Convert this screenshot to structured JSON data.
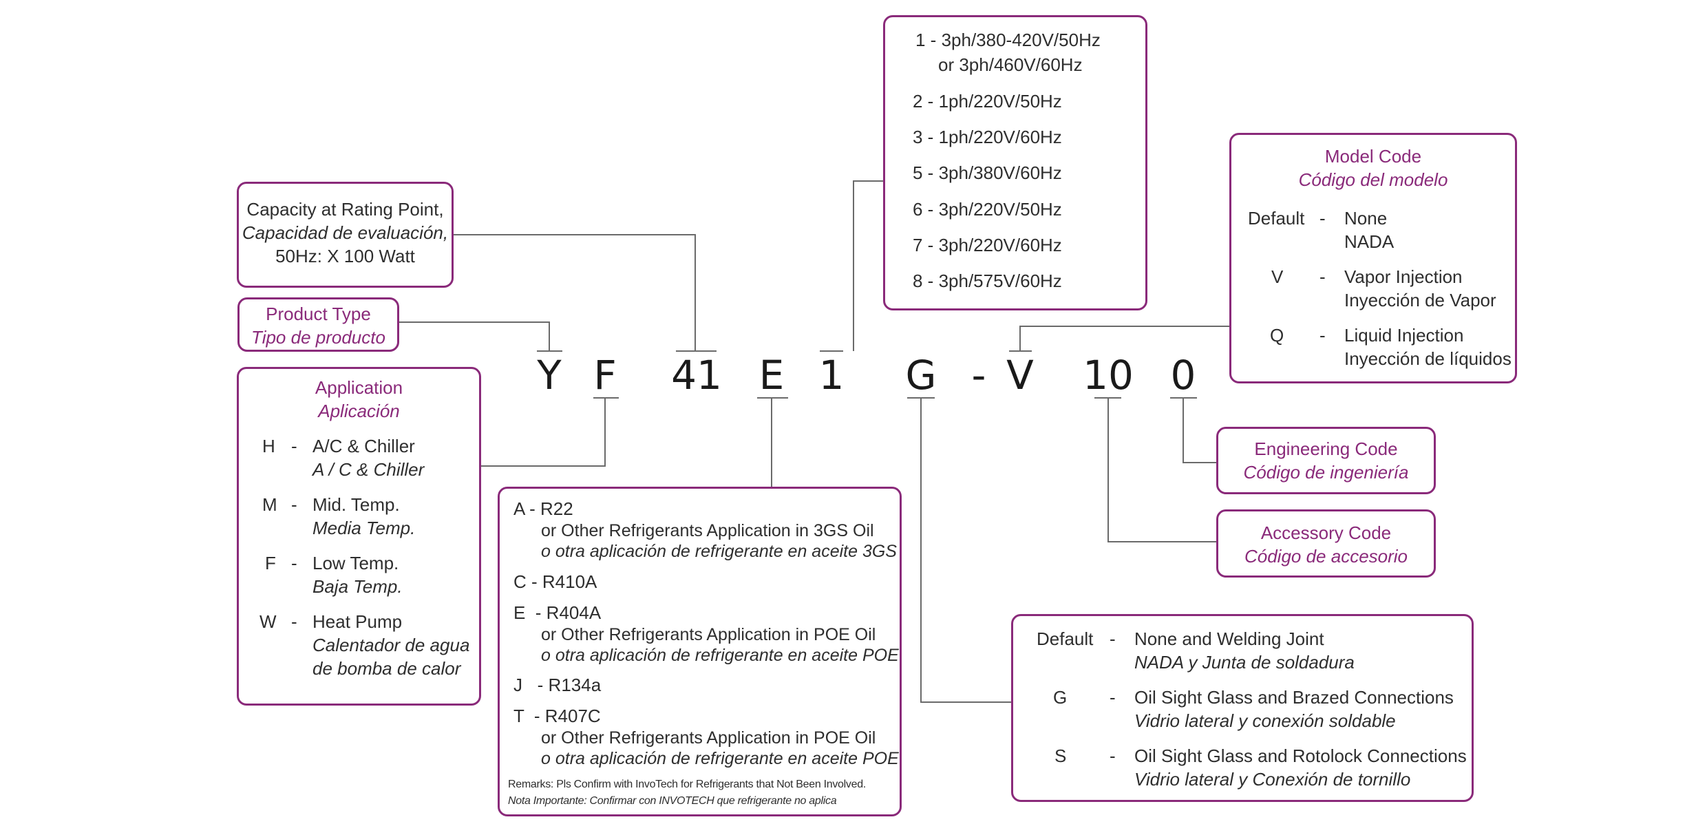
{
  "model_code": {
    "segments": [
      {
        "id": "series",
        "text": "Y"
      },
      {
        "id": "application",
        "text": "F"
      },
      {
        "id": "capacity",
        "text": "41"
      },
      {
        "id": "refrigerant",
        "text": "E"
      },
      {
        "id": "voltage",
        "text": "1"
      },
      {
        "id": "connection",
        "text": "G"
      },
      {
        "id": "separator",
        "text": "-"
      },
      {
        "id": "model",
        "text": "V"
      },
      {
        "id": "accessory",
        "text": "10"
      },
      {
        "id": "engineering",
        "text": "0"
      }
    ]
  },
  "capacity_box": {
    "line1": "Capacity at Rating Point,",
    "line2": "Capacidad de evaluación,",
    "line3": "50Hz: X 100 Watt"
  },
  "product_type_box": {
    "title_en": "Product Type",
    "title_es": "Tipo de producto"
  },
  "application_box": {
    "title_en": "Application",
    "title_es": "Aplicación",
    "items": [
      {
        "code": "H",
        "sep": "-",
        "en": "A/C & Chiller",
        "es": "A / C & Chiller",
        "es2": ""
      },
      {
        "code": "M",
        "sep": "-",
        "en": "Mid. Temp.",
        "es": "Media Temp.",
        "es2": ""
      },
      {
        "code": "F",
        "sep": "-",
        "en": "Low Temp.",
        "es": "Baja Temp.",
        "es2": ""
      },
      {
        "code": "W",
        "sep": "-",
        "en": "Heat Pump",
        "es": "Calentador de agua",
        "es2": "de bomba de calor"
      }
    ]
  },
  "refrigerant_box": {
    "items": [
      {
        "head": "A - R22",
        "en": "or Other Refrigerants Application in 3GS Oil",
        "es": "o otra aplicación de refrigerante en aceite 3GS"
      },
      {
        "head": "C - R410A",
        "en": "",
        "es": ""
      },
      {
        "head": "E  - R404A",
        "en": "or Other Refrigerants Application in POE Oil",
        "es": "o otra aplicación de refrigerante en aceite POE"
      },
      {
        "head": "J   - R134a",
        "en": "",
        "es": ""
      },
      {
        "head": "T  - R407C",
        "en": "or Other Refrigerants Application in POE Oil",
        "es": "o otra aplicación de refrigerante en aceite POE"
      }
    ],
    "remarks_en": "Remarks: Pls Confirm with InvoTech for Refrigerants that Not Been Involved.",
    "remarks_es": "Nota Importante: Confirmar con INVOTECH que refrigerante no aplica"
  },
  "voltage_box": {
    "items": [
      {
        "text": "1 - 3ph/380-420V/50Hz",
        "sub": "or 3ph/460V/60Hz"
      },
      {
        "text": "2 - 1ph/220V/50Hz",
        "sub": ""
      },
      {
        "text": "3 - 1ph/220V/60Hz",
        "sub": ""
      },
      {
        "text": "5 - 3ph/380V/60Hz",
        "sub": ""
      },
      {
        "text": "6 - 3ph/220V/50Hz",
        "sub": ""
      },
      {
        "text": "7 - 3ph/220V/60Hz",
        "sub": ""
      },
      {
        "text": "8 - 3ph/575V/60Hz",
        "sub": ""
      }
    ]
  },
  "model_code_box": {
    "title_en": "Model Code",
    "title_es": "Código del modelo",
    "items": [
      {
        "code": "Default",
        "sep": "-",
        "en": "None",
        "es": "NADA"
      },
      {
        "code": "V",
        "sep": "-",
        "en": "Vapor Injection",
        "es": "Inyección de Vapor"
      },
      {
        "code": "Q",
        "sep": "-",
        "en": "Liquid Injection",
        "es": "Inyección de líquidos"
      }
    ]
  },
  "engineering_box": {
    "title_en": "Engineering Code",
    "title_es": "Código de ingeniería"
  },
  "accessory_box": {
    "title_en": "Accessory Code",
    "title_es": "Código de accesorio"
  },
  "connection_box": {
    "items": [
      {
        "code": "Default",
        "sep": "-",
        "en": "None and Welding Joint",
        "es": "NADA y Junta de soldadura"
      },
      {
        "code": "G",
        "sep": "-",
        "en": "Oil Sight Glass and Brazed Connections",
        "es": "Vidrio lateral y conexión soldable"
      },
      {
        "code": "S",
        "sep": "-",
        "en": "Oil Sight Glass and Rotolock Connections",
        "es": "Vidrio lateral y Conexión de tornillo"
      }
    ]
  },
  "colors": {
    "accent": "#8a2a7a",
    "connector": "#6a6a6a",
    "text": "#2e2e2e"
  }
}
